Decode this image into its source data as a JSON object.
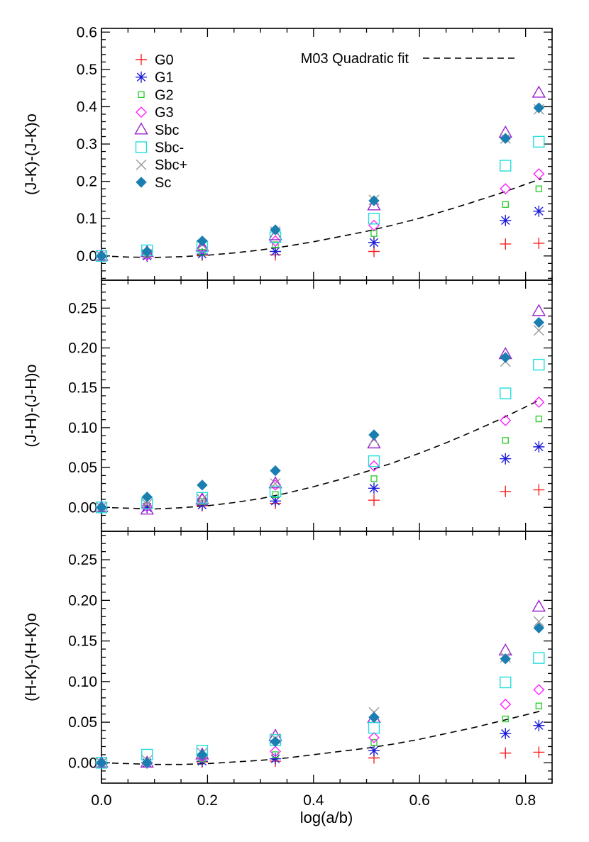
{
  "chart_data": {
    "type": "scatter",
    "xlabel": "log(a/b)",
    "xlim": [
      0.0,
      0.85
    ],
    "x_ticks": [
      "0.0",
      "0.2",
      "0.4",
      "0.6",
      "0.8"
    ],
    "x": [
      0.0,
      0.086,
      0.19,
      0.328,
      0.514,
      0.762,
      0.825
    ],
    "fit_label": "M03 Quadratic fit",
    "series_styles": [
      {
        "name": "G0",
        "marker": "plus",
        "color": "#ff2020"
      },
      {
        "name": "G1",
        "marker": "asterisk",
        "color": "#1c1cd8"
      },
      {
        "name": "G2",
        "marker": "small-square",
        "color": "#22cc22"
      },
      {
        "name": "G3",
        "marker": "diamond",
        "color": "#ff22ff"
      },
      {
        "name": "Sbc",
        "marker": "triangle",
        "color": "#9a22cc"
      },
      {
        "name": "Sbc-",
        "marker": "square",
        "color": "#22dddd"
      },
      {
        "name": "Sbc+",
        "marker": "cross",
        "color": "#999999"
      },
      {
        "name": "Sc",
        "marker": "filled-diamond",
        "color": "#1a7fb0"
      }
    ],
    "panels": [
      {
        "ylabel": "(J-K)-(J-K)o",
        "ylim": [
          -0.065,
          0.61
        ],
        "y_ticks": [
          0.0,
          0.1,
          0.2,
          0.3,
          0.4,
          0.5,
          0.6
        ],
        "y_tick_labels": [
          "0.0",
          "0.1",
          "0.2",
          "0.3",
          "0.4",
          "0.5",
          "0.6"
        ],
        "fit": [
          [
            0.0,
            0.0
          ],
          [
            0.05,
            -0.003
          ],
          [
            0.1,
            -0.004
          ],
          [
            0.15,
            -0.002
          ],
          [
            0.2,
            0.002
          ],
          [
            0.25,
            0.008
          ],
          [
            0.3,
            0.016
          ],
          [
            0.35,
            0.026
          ],
          [
            0.4,
            0.038
          ],
          [
            0.45,
            0.052
          ],
          [
            0.5,
            0.066
          ],
          [
            0.55,
            0.083
          ],
          [
            0.6,
            0.101
          ],
          [
            0.65,
            0.122
          ],
          [
            0.7,
            0.144
          ],
          [
            0.75,
            0.167
          ],
          [
            0.8,
            0.192
          ],
          [
            0.83,
            0.207
          ]
        ],
        "series": [
          {
            "name": "G0",
            "values": [
              0.0,
              0.0,
              0.002,
              0.003,
              0.012,
              0.032,
              0.034
            ]
          },
          {
            "name": "G1",
            "values": [
              0.0,
              0.0,
              0.005,
              0.012,
              0.036,
              0.095,
              0.12
            ]
          },
          {
            "name": "G2",
            "values": [
              0.0,
              0.003,
              0.01,
              0.03,
              0.06,
              0.138,
              0.18
            ]
          },
          {
            "name": "G3",
            "values": [
              0.0,
              0.002,
              0.02,
              0.04,
              0.082,
              0.18,
              0.22
            ]
          },
          {
            "name": "Sbc",
            "values": [
              0.0,
              0.01,
              0.025,
              0.055,
              0.135,
              0.33,
              0.437
            ]
          },
          {
            "name": "Sbc-",
            "values": [
              0.0,
              0.015,
              0.025,
              0.05,
              0.1,
              0.242,
              0.306
            ]
          },
          {
            "name": "Sbc+",
            "values": [
              0.0,
              0.005,
              0.03,
              0.065,
              0.15,
              0.315,
              0.393
            ]
          },
          {
            "name": "Sc",
            "values": [
              0.0,
              0.012,
              0.04,
              0.07,
              0.148,
              0.315,
              0.397
            ]
          }
        ]
      },
      {
        "ylabel": "(J-H)-(J-H)o",
        "ylim": [
          -0.03,
          0.285
        ],
        "y_ticks": [
          0.0,
          0.05,
          0.1,
          0.15,
          0.2,
          0.25
        ],
        "y_tick_labels": [
          "0.00",
          "0.05",
          "0.10",
          "0.15",
          "0.20",
          "0.25"
        ],
        "fit": [
          [
            0.0,
            0.0
          ],
          [
            0.05,
            -0.001
          ],
          [
            0.1,
            -0.002
          ],
          [
            0.15,
            -0.0005
          ],
          [
            0.2,
            0.002
          ],
          [
            0.25,
            0.006
          ],
          [
            0.3,
            0.011
          ],
          [
            0.35,
            0.018
          ],
          [
            0.4,
            0.026
          ],
          [
            0.45,
            0.035
          ],
          [
            0.5,
            0.045
          ],
          [
            0.55,
            0.056
          ],
          [
            0.6,
            0.068
          ],
          [
            0.65,
            0.081
          ],
          [
            0.7,
            0.095
          ],
          [
            0.75,
            0.11
          ],
          [
            0.8,
            0.126
          ],
          [
            0.83,
            0.136
          ]
        ],
        "series": [
          {
            "name": "G0",
            "values": [
              0.0,
              0.0,
              0.002,
              0.005,
              0.009,
              0.02,
              0.022
            ]
          },
          {
            "name": "G1",
            "values": [
              0.0,
              0.0,
              0.003,
              0.008,
              0.024,
              0.061,
              0.076
            ]
          },
          {
            "name": "G2",
            "values": [
              0.0,
              0.002,
              0.007,
              0.016,
              0.036,
              0.084,
              0.111
            ]
          },
          {
            "name": "G3",
            "values": [
              0.0,
              0.001,
              0.01,
              0.028,
              0.052,
              0.109,
              0.132
            ]
          },
          {
            "name": "Sbc",
            "values": [
              0.0,
              -0.003,
              0.01,
              0.03,
              0.08,
              0.192,
              0.246
            ]
          },
          {
            "name": "Sbc-",
            "values": [
              0.0,
              0.005,
              0.012,
              0.02,
              0.058,
              0.143,
              0.179
            ]
          },
          {
            "name": "Sbc+",
            "values": [
              0.0,
              0.004,
              0.01,
              0.03,
              0.085,
              0.183,
              0.222
            ]
          },
          {
            "name": "Sc",
            "values": [
              0.0,
              0.013,
              0.028,
              0.046,
              0.091,
              0.188,
              0.232
            ]
          }
        ]
      },
      {
        "ylabel": "(H-K)-(H-K)o",
        "ylim": [
          -0.025,
          0.285
        ],
        "y_ticks": [
          0.0,
          0.05,
          0.1,
          0.15,
          0.2,
          0.25
        ],
        "y_tick_labels": [
          "0.00",
          "0.05",
          "0.10",
          "0.15",
          "0.20",
          "0.25"
        ],
        "fit": [
          [
            0.0,
            0.0
          ],
          [
            0.05,
            -0.001
          ],
          [
            0.1,
            -0.002
          ],
          [
            0.15,
            -0.002
          ],
          [
            0.2,
            -0.001
          ],
          [
            0.25,
            0.001
          ],
          [
            0.3,
            0.003
          ],
          [
            0.35,
            0.006
          ],
          [
            0.4,
            0.01
          ],
          [
            0.45,
            0.014
          ],
          [
            0.5,
            0.018
          ],
          [
            0.55,
            0.023
          ],
          [
            0.6,
            0.029
          ],
          [
            0.65,
            0.036
          ],
          [
            0.7,
            0.043
          ],
          [
            0.75,
            0.051
          ],
          [
            0.8,
            0.059
          ],
          [
            0.83,
            0.064
          ]
        ],
        "series": [
          {
            "name": "G0",
            "values": [
              0.0,
              0.0,
              0.001,
              0.002,
              0.006,
              0.012,
              0.013
            ]
          },
          {
            "name": "G1",
            "values": [
              0.0,
              0.0,
              0.002,
              0.005,
              0.015,
              0.036,
              0.046
            ]
          },
          {
            "name": "G2",
            "values": [
              0.0,
              0.0,
              0.005,
              0.01,
              0.025,
              0.054,
              0.07
            ]
          },
          {
            "name": "G3",
            "values": [
              0.0,
              0.0,
              0.008,
              0.014,
              0.031,
              0.072,
              0.09
            ]
          },
          {
            "name": "Sbc",
            "values": [
              0.0,
              0.0,
              0.01,
              0.033,
              0.055,
              0.138,
              0.192
            ]
          },
          {
            "name": "Sbc-",
            "values": [
              0.0,
              0.01,
              0.015,
              0.028,
              0.043,
              0.099,
              0.129
            ]
          },
          {
            "name": "Sbc+",
            "values": [
              0.0,
              0.003,
              0.012,
              0.03,
              0.062,
              0.13,
              0.174
            ]
          },
          {
            "name": "Sc",
            "values": [
              0.0,
              0.0,
              0.01,
              0.026,
              0.056,
              0.128,
              0.166
            ]
          }
        ]
      }
    ]
  }
}
